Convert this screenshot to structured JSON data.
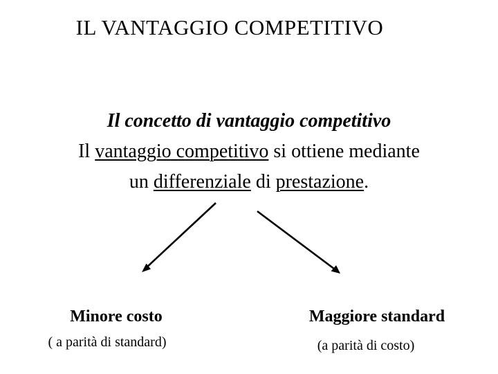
{
  "slide": {
    "title": "IL VANTAGGIO COMPETITIVO",
    "subtitle": "Il concetto di vantaggio competitivo",
    "body": {
      "line1": {
        "pre": "Il ",
        "underlined": "vantaggio competitivo",
        "post": " si ottiene mediante"
      },
      "line2": {
        "pre": "un ",
        "underlined_a": "differenziale",
        "mid": " di ",
        "underlined_b": "prestazione",
        "post": "."
      }
    },
    "branches": {
      "left": {
        "label": "Minore costo",
        "note": "( a parità di standard)"
      },
      "right": {
        "label": "Maggiore standard",
        "note": "(a parità di costo)"
      }
    },
    "colors": {
      "background": "#ffffff",
      "text": "#000000",
      "arrow": "#000000"
    }
  }
}
